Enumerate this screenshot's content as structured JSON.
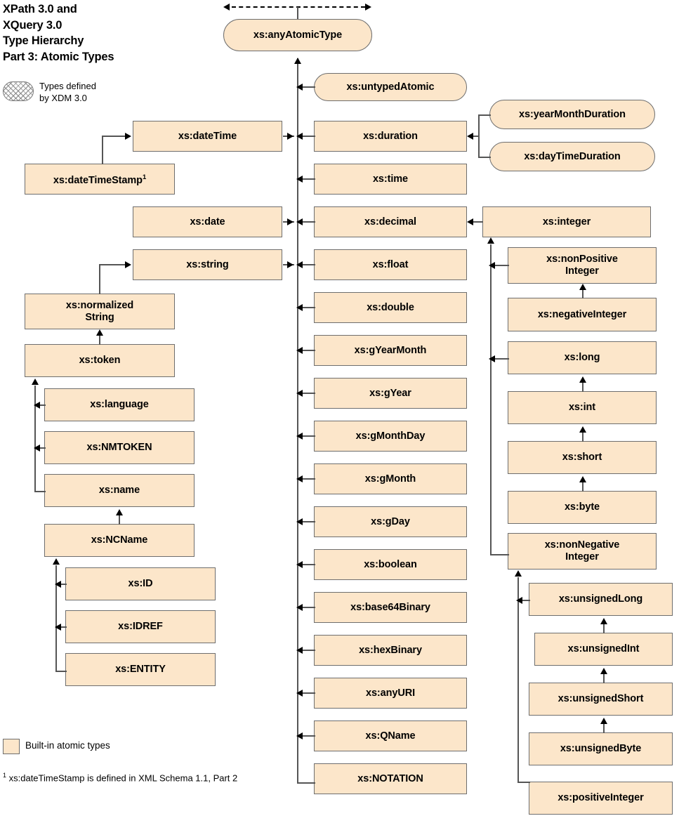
{
  "title": {
    "line1": "XPath 3.0 and",
    "line2": "XQuery 3.0",
    "line3": "Type Hierarchy",
    "line4": "Part 3: Atomic Types"
  },
  "legend": {
    "xdm_label_line1": "Types defined",
    "xdm_label_line2": "by XDM 3.0",
    "builtin_label": "Built-in atomic types",
    "builtin_color": "#fce6ca",
    "border_color": "#6e6e6e",
    "connector_color": "#555555"
  },
  "footnote": {
    "marker": "1",
    "text": " xs:dateTimeStamp is defined in XML Schema 1.1, Part 2"
  },
  "nodes": {
    "anyAtomicType": "xs:anyAtomicType",
    "untypedAtomic": "xs:untypedAtomic",
    "dateTime": "xs:dateTime",
    "dateTimeStamp": "xs:dateTimeStamp",
    "dateTimeStampSup": "1",
    "date": "xs:date",
    "string": "xs:string",
    "normalizedString_l1": "xs:normalized",
    "normalizedString_l2": "String",
    "token": "xs:token",
    "language": "xs:language",
    "nmtoken": "xs:NMTOKEN",
    "name": "xs:name",
    "ncname": "xs:NCName",
    "id": "xs:ID",
    "idref": "xs:IDREF",
    "entity": "xs:ENTITY",
    "duration": "xs:duration",
    "yearMonthDuration": "xs:yearMonthDuration",
    "dayTimeDuration": "xs:dayTimeDuration",
    "time": "xs:time",
    "decimal": "xs:decimal",
    "float": "xs:float",
    "double": "xs:double",
    "gYearMonth": "xs:gYearMonth",
    "gYear": "xs:gYear",
    "gMonthDay": "xs:gMonthDay",
    "gMonth": "xs:gMonth",
    "gDay": "xs:gDay",
    "boolean": "xs:boolean",
    "base64Binary": "xs:base64Binary",
    "hexBinary": "xs:hexBinary",
    "anyURI": "xs:anyURI",
    "qname": "xs:QName",
    "notation": "xs:NOTATION",
    "integer": "xs:integer",
    "nonPositiveInteger_l1": "xs:nonPositive",
    "nonPositiveInteger_l2": "Integer",
    "negativeInteger": "xs:negativeInteger",
    "long": "xs:long",
    "int": "xs:int",
    "short": "xs:short",
    "byte": "xs:byte",
    "nonNegativeInteger_l1": "xs:nonNegative",
    "nonNegativeInteger_l2": "Integer",
    "unsignedLong": "xs:unsignedLong",
    "unsignedInt": "xs:unsignedInt",
    "unsignedShort": "xs:unsignedShort",
    "unsignedByte": "xs:unsignedByte",
    "positiveInteger": "xs:positiveInteger"
  }
}
